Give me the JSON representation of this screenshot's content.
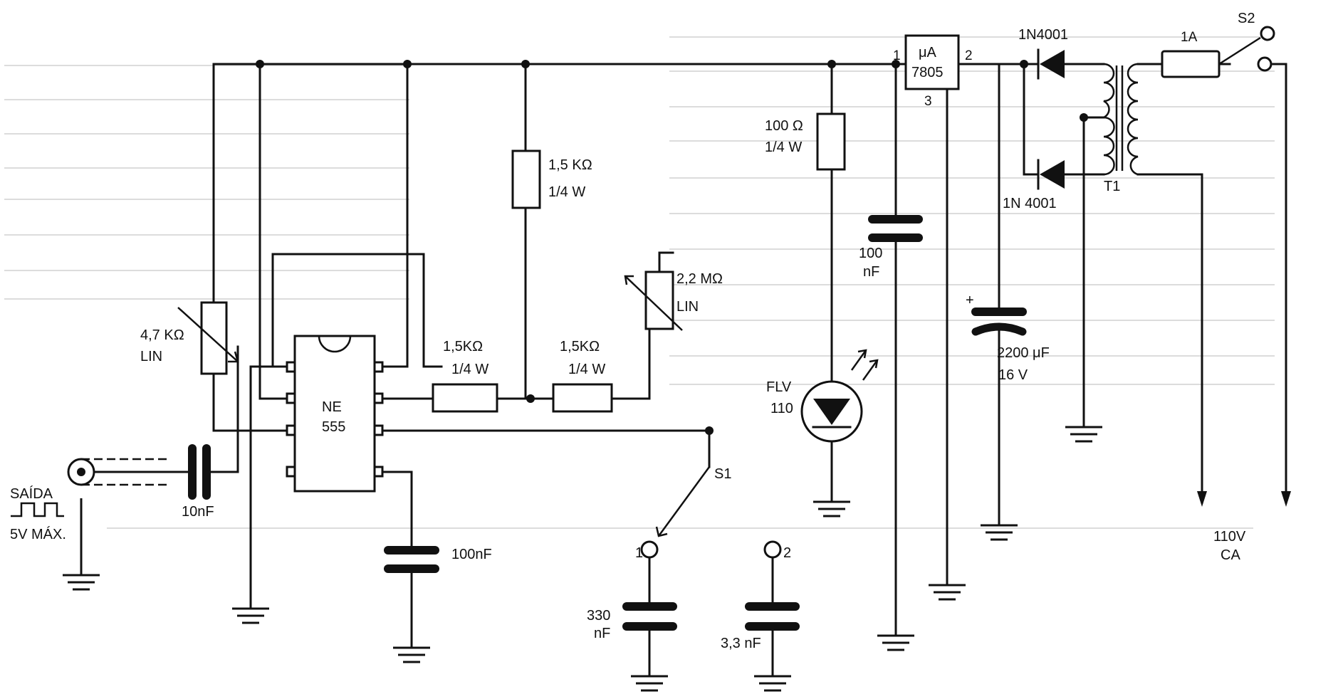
{
  "labels": {
    "saida": "SAÍDA",
    "saida_max": "5V MÁX.",
    "c_out": "10nF",
    "pot1_value": "4,7 KΩ",
    "pot1_taper": "LIN",
    "ic_line1": "NE",
    "ic_line2": "555",
    "r1_value": "1,5 KΩ",
    "r1_power": "1/4 W",
    "r2_value": "1,5KΩ",
    "r2_power": "1/4 W",
    "r3_value": "1,5KΩ",
    "r3_power": "1/4 W",
    "pot2_value": "2,2 MΩ",
    "pot2_taper": "LIN",
    "s1": "S1",
    "s1_pos1": "1",
    "s1_pos2": "2",
    "c_330_a": "330",
    "c_330_b": "nF",
    "c_3n3": "3,3 nF",
    "c_100n_ic": "100nF",
    "r_led_value": "100 Ω",
    "r_led_power": "1/4 W",
    "led_a": "FLV",
    "led_b": "110",
    "c_100n_a": "100",
    "c_100n_b": "nF",
    "reg_a": "μA",
    "reg_b": "7805",
    "reg_pin1": "1",
    "reg_pin2": "2",
    "reg_pin3": "3",
    "c_elec_plus": "+",
    "c_elec_a": "2200 μF",
    "c_elec_b": "16 V",
    "d1": "1N4001",
    "d2": "1N 4001",
    "fuse": "1A",
    "t1": "T1",
    "s2": "S2",
    "mains_a": "110V",
    "mains_b": "CA"
  }
}
